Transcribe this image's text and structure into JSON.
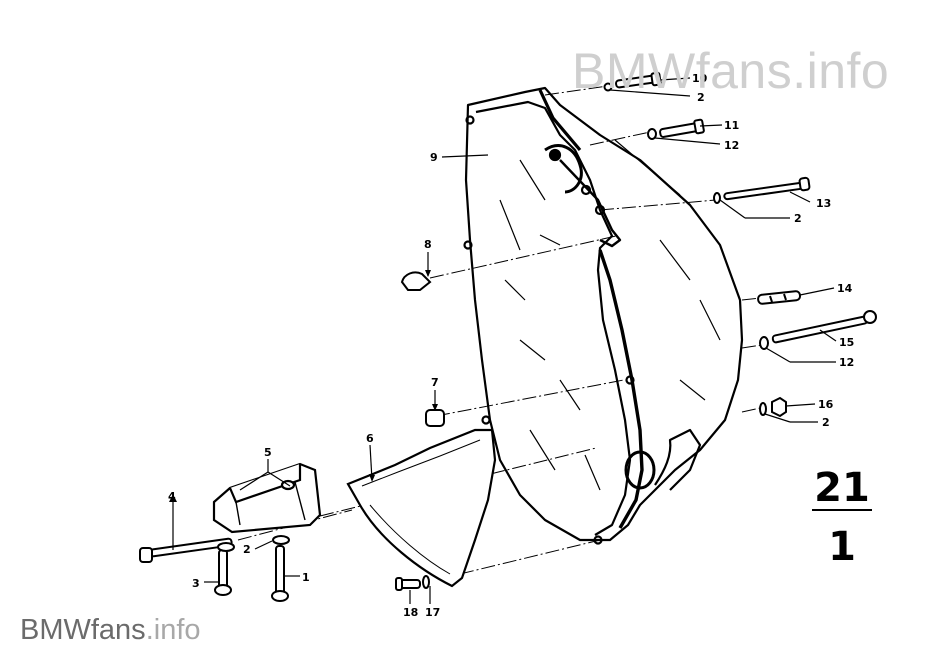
{
  "watermark_top": "BMWfans.info",
  "watermark_bottom": {
    "brand": "BMWfans",
    "suffix": ".info"
  },
  "section": {
    "group": "21",
    "subgroup": "1"
  },
  "callouts": {
    "c1": "1",
    "c2a": "2",
    "c2b": "2",
    "c2c": "2",
    "c2d": "2",
    "c3": "3",
    "c4": "4",
    "c5": "5",
    "c6": "6",
    "c7": "7",
    "c8": "8",
    "c9": "9",
    "c10": "10",
    "c11": "11",
    "c12a": "12",
    "c12b": "12",
    "c13": "13",
    "c14": "14",
    "c15": "15",
    "c16": "16",
    "c17": "17",
    "c18": "18"
  }
}
